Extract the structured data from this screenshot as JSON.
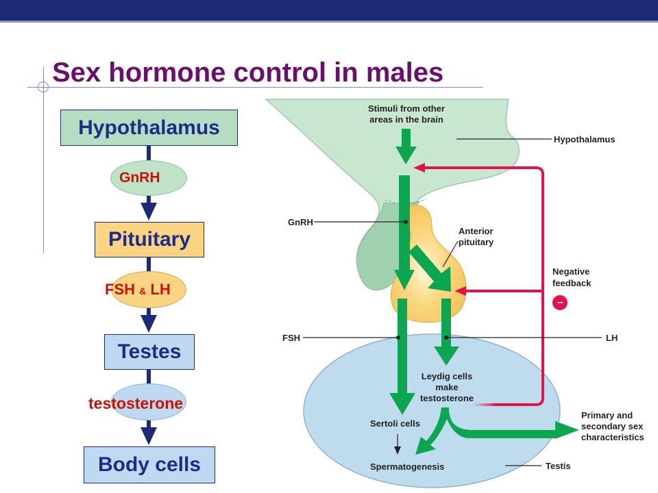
{
  "title": "Sex hormone control in males",
  "flowchart": {
    "boxes": [
      {
        "label": "Hypothalamus"
      },
      {
        "label": "Pituitary"
      },
      {
        "label": "Testes"
      },
      {
        "label": "Body cells"
      }
    ],
    "hormones": [
      {
        "label": "GnRH"
      },
      {
        "label": "FSH",
        "connector": "&",
        "label2": "LH"
      },
      {
        "label": "testosterone"
      }
    ]
  },
  "figure": {
    "stimuli": "Stimuli from other areas in the brain",
    "hypothalamus": "Hypothalamus",
    "gnrh": "GnRH",
    "anterior_pituitary": "Anterior pituitary",
    "negative_feedback": "Negative feedback",
    "minus_sign": "–",
    "fsh": "FSH",
    "lh": "LH",
    "leydig": "Leydig cells make testosterone",
    "sertoli": "Sertoli cells",
    "primary": "Primary and secondary sex characteristics",
    "spermatogenesis": "Spermatogenesis",
    "testis": "Testis"
  },
  "colors": {
    "title": "#6b0f6e",
    "arrow_green": "#0da650",
    "feedback_red": "#e0134b",
    "hormone_text": "#cc1100",
    "box_text": "#1f2b88"
  }
}
